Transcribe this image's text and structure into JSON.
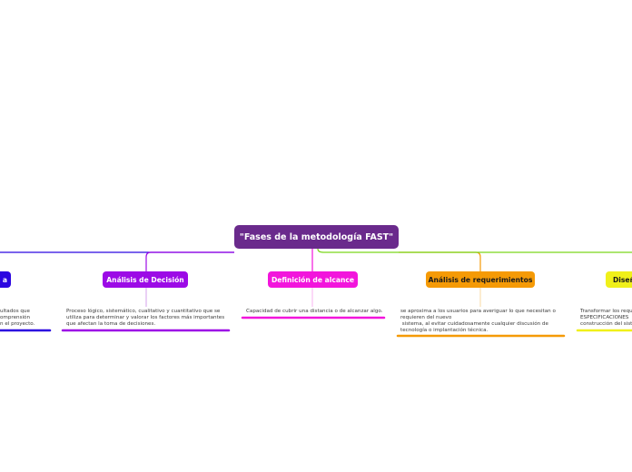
{
  "root": {
    "title": "\"Fases de la metodología FAST\"",
    "color": "#6a2a8c"
  },
  "branches": [
    {
      "id": "b1",
      "label": "a",
      "color": "#2b06e0",
      "text_color": "#ffffff",
      "desc": "ultados que\nomprensión\nn el proyecto."
    },
    {
      "id": "b2",
      "label": "Análisis de Decisión",
      "color": "#9c0ae6",
      "text_color": "#ffffff",
      "desc": "Proceso lógico, sistemático, cualitativo y cuantitativo que se\nutiliza para determinar y valorar los factores más importantes\nque afectan la toma de decisiones."
    },
    {
      "id": "b3",
      "label": "Definición de alcance",
      "color": "#f215dc",
      "text_color": "#ffffff",
      "desc": "Capacidad de cubrir una distancia o de alcanzar algo."
    },
    {
      "id": "b4",
      "label": "Análisis de requerimientos",
      "color": "#f59a06",
      "text_color": "#1a1a1a",
      "desc": "se aproxima a los usuarios para averiguar lo que necesitan o\nrequieren del nuevo\n sistema, al evitar cuidadosamente cualquier discusión de\ntecnología o implantación técnica."
    },
    {
      "id": "b5",
      "label": "Diseñ",
      "color": "#f0f01a",
      "text_color": "#1a1a1a",
      "desc": "Transformar los requ\nESPECIFICACIONES\nconstrucción del sist"
    }
  ]
}
